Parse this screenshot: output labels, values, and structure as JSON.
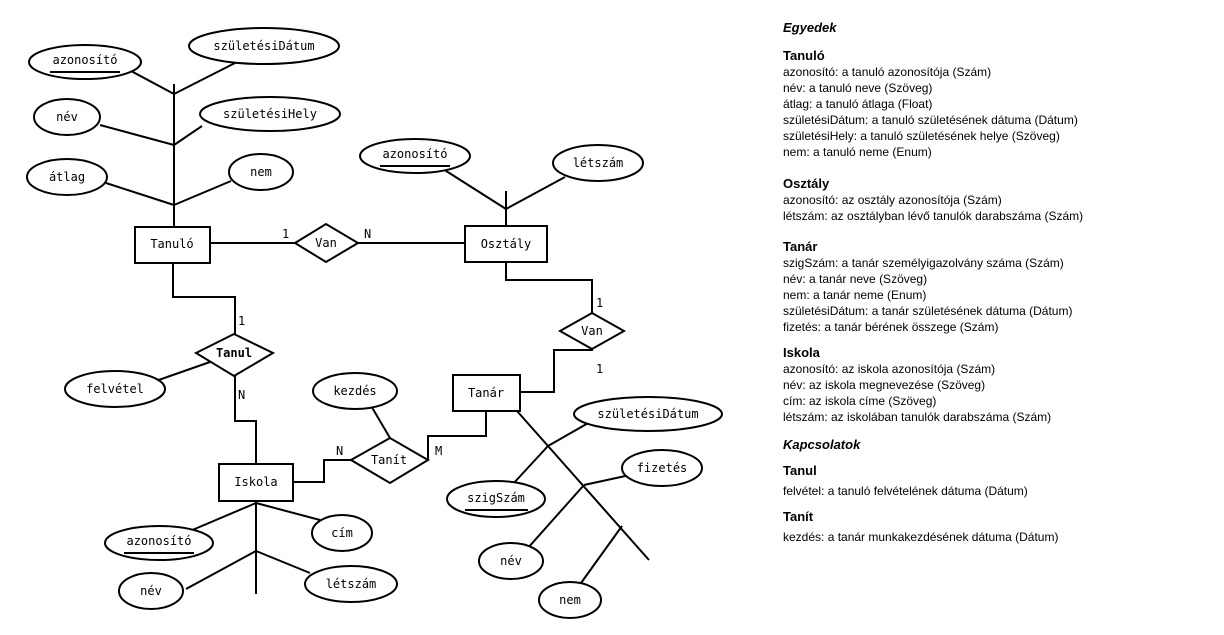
{
  "diagram": {
    "entities": {
      "tanulo": "Tanuló",
      "osztaly": "Osztály",
      "tanar": "Tanár",
      "iskola": "Iskola"
    },
    "relationships": {
      "van_tanulo_osztaly": "Van",
      "van_osztaly_tanar": "Van",
      "tanul": "Tanul",
      "tanit": "Tanít"
    },
    "attributes": {
      "tanulo_azonosito": "azonosító",
      "tanulo_szuletesi_datum": "születésiDátum",
      "tanulo_nev": "név",
      "tanulo_szuletesi_hely": "születésiHely",
      "tanulo_atlag": "átlag",
      "tanulo_nem": "nem",
      "osztaly_azonosito": "azonosító",
      "osztaly_letszam": "létszám",
      "tanul_felvetel": "felvétel",
      "tanit_kezdes": "kezdés",
      "iskola_azonosito": "azonosító",
      "iskola_cim": "cím",
      "iskola_nev": "név",
      "iskola_letszam": "létszám",
      "tanar_szuletesi_datum": "születésiDátum",
      "tanar_fizetes": "fizetés",
      "tanar_szigszam": "szigSzám",
      "tanar_nev": "név",
      "tanar_nem": "nem"
    },
    "cardinalities": {
      "tanulo_van": "1",
      "van_osztaly": "N",
      "osztaly_van": "1",
      "van_tanar": "1",
      "tanulo_tanul": "1",
      "tanul_iskola": "N",
      "iskola_tanit": "N",
      "tanit_tanar": "M"
    }
  },
  "legend": {
    "title_entities": "Egyedek",
    "tanulo": {
      "title": "Tanuló",
      "lines": [
        "azonosító: a tanuló azonosítója (Szám)",
        "név: a tanuló neve (Szöveg)",
        "átlag: a tanuló átlaga (Float)",
        "születésiDátum: a tanuló születésének dátuma (Dátum)",
        "születésiHely: a tanuló születésének helye (Szöveg)",
        "nem: a tanuló neme (Enum)"
      ]
    },
    "osztaly": {
      "title": "Osztály",
      "lines": [
        "azonosító: az osztály azonosítója (Szám)",
        "létszám: az osztályban lévő tanulók darabszáma (Szám)"
      ]
    },
    "tanar": {
      "title": "Tanár",
      "lines": [
        "szigSzám: a tanár személyigazolvány száma (Szám)",
        "név: a tanár neve (Szöveg)",
        "nem: a tanár neme (Enum)",
        "születésiDátum: a tanár születésének dátuma (Dátum)",
        "fizetés: a tanár bérének összege (Szám)"
      ]
    },
    "iskola": {
      "title": "Iskola",
      "lines": [
        "azonosító: az iskola azonosítója (Szám)",
        "név: az iskola megnevezése (Szöveg)",
        "cím: az iskola címe (Szöveg)",
        "létszám: az iskolában tanulók darabszáma (Szám)"
      ]
    },
    "title_relations": "Kapcsolatok",
    "tanul": {
      "title": "Tanul",
      "lines": [
        "felvétel: a tanuló felvételének dátuma (Dátum)"
      ]
    },
    "tanit": {
      "title": "Tanít",
      "lines": [
        "kezdés: a tanár munkakezdésének dátuma (Dátum)"
      ]
    }
  }
}
